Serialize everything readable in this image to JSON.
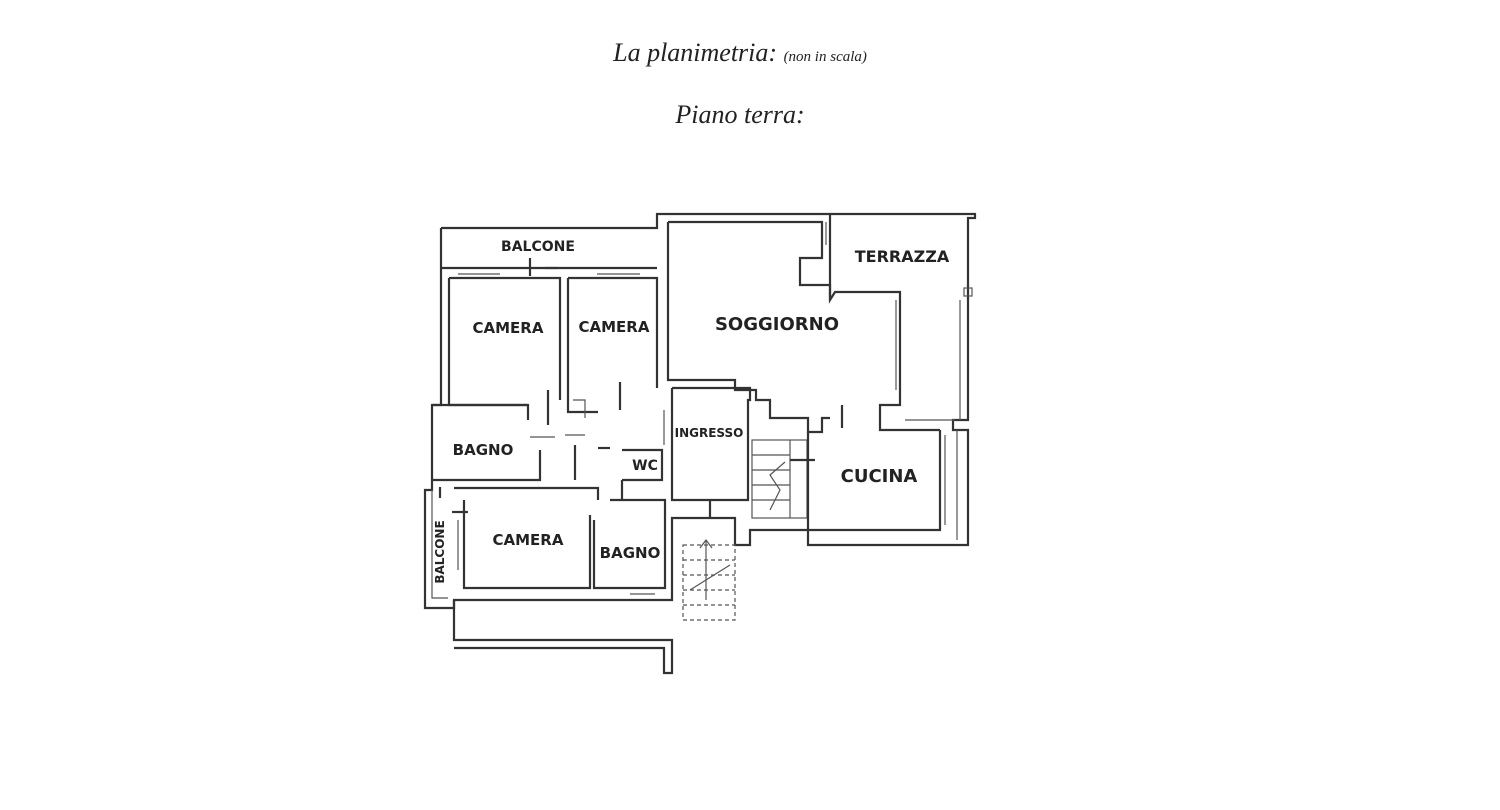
{
  "header": {
    "title": "La planimetria:",
    "title_note": "(non in scala)",
    "subtitle": "Piano terra:"
  },
  "rooms": {
    "balcone_top": "BALCONE",
    "camera_1": "CAMERA",
    "camera_2": "CAMERA",
    "soggiorno": "SOGGIORNO",
    "terrazza": "TERRAZZA",
    "ingresso": "INGRESSO",
    "bagno_1": "BAGNO",
    "wc": "WC",
    "cucina": "CUCINA",
    "camera_3": "CAMERA",
    "bagno_2": "BAGNO",
    "balcone_side": "BALCONE"
  }
}
